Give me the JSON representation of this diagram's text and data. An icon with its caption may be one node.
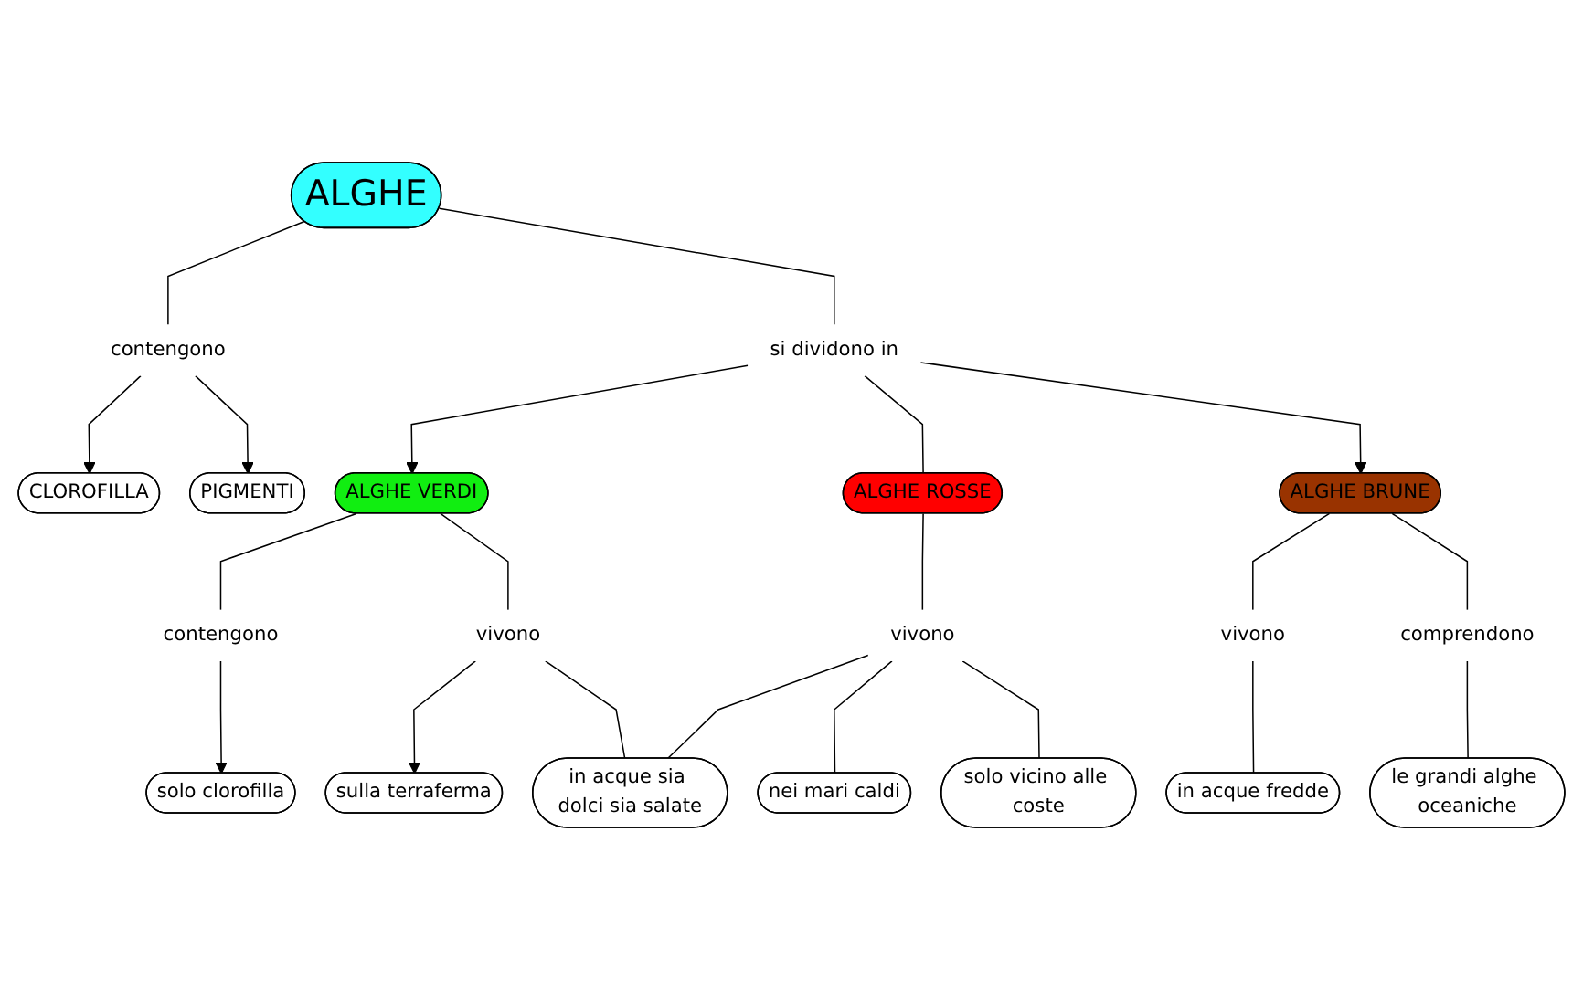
{
  "diagram": {
    "nodes": [
      {
        "text": [
          "CLOROFILLA"
        ]
      },
      {
        "text": [
          "PIGMENTI"
        ]
      },
      {
        "text": [
          "contengono"
        ]
      },
      {
        "text": [
          "solo clorofilla"
        ]
      },
      {
        "text": [
          "ALGHE"
        ]
      },
      {
        "text": [
          "si dividono in"
        ]
      },
      {
        "text": [
          "contengono"
        ]
      },
      {
        "text": [
          "ALGHE VERDI"
        ]
      },
      {
        "text": [
          "ALGHE BRUNE"
        ]
      },
      {
        "text": [
          "ALGHE ROSSE"
        ]
      },
      {
        "text": [
          "comprendono"
        ]
      },
      {
        "text": [
          "vivono"
        ]
      },
      {
        "text": [
          "vivono"
        ]
      },
      {
        "text": [
          "sulla terraferma"
        ]
      },
      {
        "text": [
          "vivono"
        ]
      },
      {
        "text": [
          "le grandi alghe oceaniche"
        ]
      },
      {
        "text": [
          "in acque fredde"
        ]
      },
      {
        "text": [
          "solo vicino alle coste"
        ]
      },
      {
        "text": [
          "in acque sia dolci sia salate"
        ]
      },
      {
        "text": [
          "nei mari caldi"
        ]
      }
    ],
    "edges": [
      {
        "from": 4,
        "to": 2,
        "arrow": "none"
      },
      {
        "from": 2,
        "to": 0,
        "arrow": "to"
      },
      {
        "from": 2,
        "to": 1,
        "arrow": "to"
      },
      {
        "from": 4,
        "to": 5,
        "arrow": "none"
      },
      {
        "from": 5,
        "to": 7,
        "arrow": "to"
      },
      {
        "from": 5,
        "to": 9,
        "arrow": "none"
      },
      {
        "from": 5,
        "to": 8,
        "arrow": "to"
      },
      {
        "from": 7,
        "to": 6,
        "arrow": "none"
      },
      {
        "from": 6,
        "to": 3,
        "arrow": "to"
      },
      {
        "from": 7,
        "to": 12,
        "arrow": "none"
      },
      {
        "from": 12,
        "to": 13,
        "arrow": "to"
      },
      {
        "from": 12,
        "to": 18,
        "arrow": "none"
      },
      {
        "from": 9,
        "to": 14,
        "arrow": "none"
      },
      {
        "from": 14,
        "to": 18,
        "arrow": "none"
      },
      {
        "from": 14,
        "to": 19,
        "arrow": "none"
      },
      {
        "from": 14,
        "to": 17,
        "arrow": "none"
      },
      {
        "from": 8,
        "to": 11,
        "arrow": "none"
      },
      {
        "from": 11,
        "to": 16,
        "arrow": "none"
      },
      {
        "from": 8,
        "to": 10,
        "arrow": "none"
      },
      {
        "from": 10,
        "to": 15,
        "arrow": "none"
      }
    ]
  }
}
